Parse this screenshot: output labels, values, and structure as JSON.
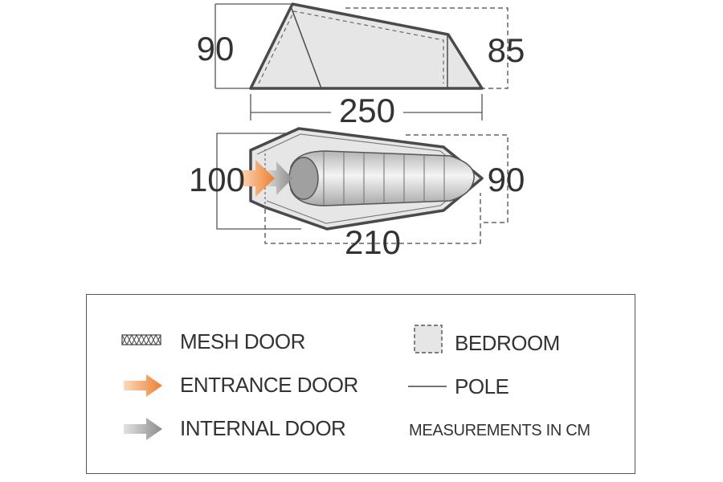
{
  "dimensions": {
    "side_height_front": "90",
    "side_height_rear": "85",
    "total_length": "250",
    "width_front": "100",
    "width_rear": "90",
    "inner_length": "210"
  },
  "legend": {
    "mesh_door": "MESH DOOR",
    "entrance_door": "ENTRANCE DOOR",
    "internal_door": "INTERNAL DOOR",
    "bedroom": "BEDROOM",
    "pole": "POLE",
    "measurements_note": "MEASUREMENTS IN CM"
  },
  "colors": {
    "outline": "#4a4a4a",
    "fill": "#e6e6e6",
    "entrance_arrow": "#f08a3c",
    "internal_arrow": "#9a9a9a"
  }
}
